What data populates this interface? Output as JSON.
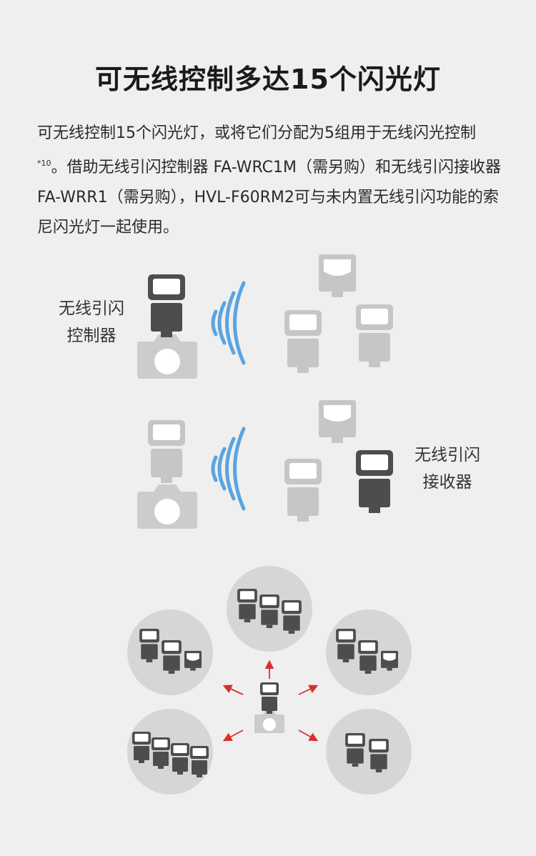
{
  "title": "可无线控制多达15个闪光灯",
  "description": {
    "part1": "可无线控制15个闪光灯，或将它们分配为5组用于无线闪光控制",
    "footnote": "*10",
    "part2": "。借助无线引闪控制器 FA-WRC1M（需另购）和无线引闪接收器 FA-WRR1（需另购），HVL-F60RM2可与未内置无线引闪功能的索尼闪光灯一起使用。"
  },
  "labels": {
    "controller_line1": "无线引闪",
    "controller_line2": "控制器",
    "receiver_line1": "无线引闪",
    "receiver_line2": "接收器"
  },
  "colors": {
    "background": "#efefef",
    "flash_dark": "#4d4d4d",
    "flash_light": "#c6c6c6",
    "camera": "#cccccc",
    "signal_wave": "#5aa4df",
    "group_circle": "#d6d6d6",
    "arrow": "#d6312b"
  },
  "icons": {
    "flash": "flash-icon",
    "camera": "camera-icon",
    "wireless": "wireless-signal-icon",
    "arrow": "arrow-icon"
  }
}
